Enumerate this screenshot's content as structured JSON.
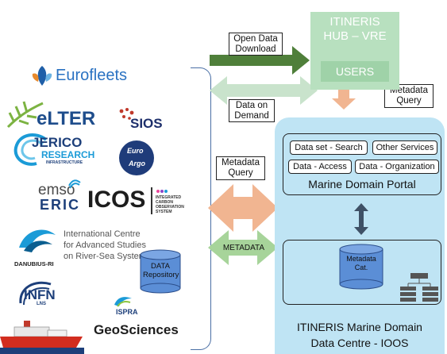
{
  "logos": {
    "eurofleets": "Eurofleets",
    "elter": "eLTER",
    "sios": "SIOS",
    "jerico_top": "JERICO",
    "jerico_sub": "RESEARCH",
    "jerico_sub2": "INFRASTRUCTURE",
    "euro_argo_top": "Euro",
    "euro_argo_bottom": "Argo",
    "emso_top": "emso",
    "emso_bottom": "ERIC",
    "icos": "ICOS",
    "icos_sub": "INTEGRATED CARBON OBSERVATION SYSTEM",
    "danubius": "DANUBIUS-RI",
    "danubius_line1": "International Centre",
    "danubius_line2": "for Advanced Studies",
    "danubius_line3": "on River-Sea Systems",
    "infn": "INFN",
    "infn_sub": "LNS",
    "ispra": "ISPRA",
    "geosciences": "GeoSciences"
  },
  "data_repository": "DATA Repository",
  "hub": {
    "title_line1": "ITINERIS",
    "title_line2": "HUB – VRE",
    "users": "USERS"
  },
  "labels": {
    "open_data_line1": "Open Data",
    "open_data_line2": "Download",
    "data_demand_line1": "Data on",
    "data_demand_line2": "Demand",
    "meta_query_top_line1": "Metadata",
    "meta_query_top_line2": "Query",
    "meta_query_left_line1": "Metadata",
    "meta_query_left_line2": "Query",
    "metadata": "METADATA"
  },
  "portal": {
    "pills": [
      "Data set - Search",
      "Other Services",
      "Data - Access",
      "Data - Organization"
    ],
    "title": "Marine Domain Portal"
  },
  "metadata_cat": "Metadata Cat.",
  "centre": {
    "title_line1": "ITINERIS Marine Domain",
    "title_line2": "Data Centre - IOOS"
  },
  "colors": {
    "dark_green_arrow": "#4f7f3a",
    "light_green_arrow": "#c9e3cc",
    "orange_arrow": "#f1b591",
    "green_arrow": "#a7d49a",
    "hub": "#b8e0bf",
    "centre": "#bfe4f4",
    "cylinder": "#5b8ed6"
  }
}
